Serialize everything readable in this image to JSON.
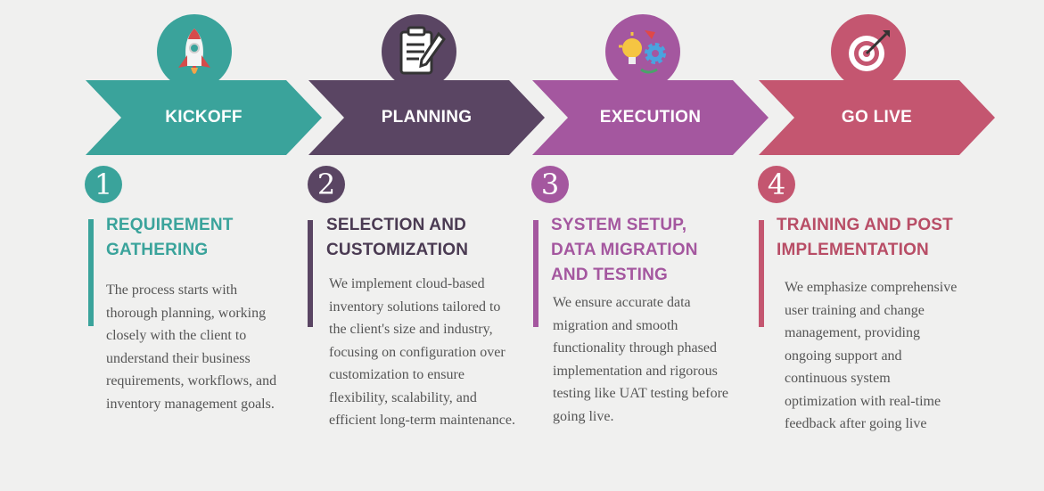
{
  "colors": {
    "kickoff": "#3aa39b",
    "planning": "#5a4563",
    "execution": "#a4579f",
    "golive": "#c45670"
  },
  "stages": [
    {
      "icon": "rocket-icon",
      "label": "KICKOFF",
      "number": "1",
      "heading": "REQUIREMENT GATHERING",
      "description": "The process starts with thorough planning, working closely with the client to understand their business requirements, workflows, and inventory management goals."
    },
    {
      "icon": "clipboard-pencil-icon",
      "label": "PLANNING",
      "number": "2",
      "heading": "SELECTION AND CUSTOMIZATION",
      "description": "We implement cloud-based inventory solutions tailored to the client's size and industry, focusing on configuration over customization to ensure flexibility, scalability, and efficient long-term maintenance."
    },
    {
      "icon": "lightbulb-gears-icon",
      "label": "EXECUTION",
      "number": "3",
      "heading": "SYSTEM SETUP, DATA MIGRATION AND TESTING",
      "description": "We ensure accurate data migration and smooth functionality through phased implementation and rigorous testing like UAT testing before going live."
    },
    {
      "icon": "target-arrow-icon",
      "label": "GO LIVE",
      "number": "4",
      "heading": "TRAINING AND POST IMPLEMENTATION",
      "description": "We emphasize comprehensive user training and change management, providing ongoing support and continuous system optimization with real-time feedback after going live"
    }
  ]
}
